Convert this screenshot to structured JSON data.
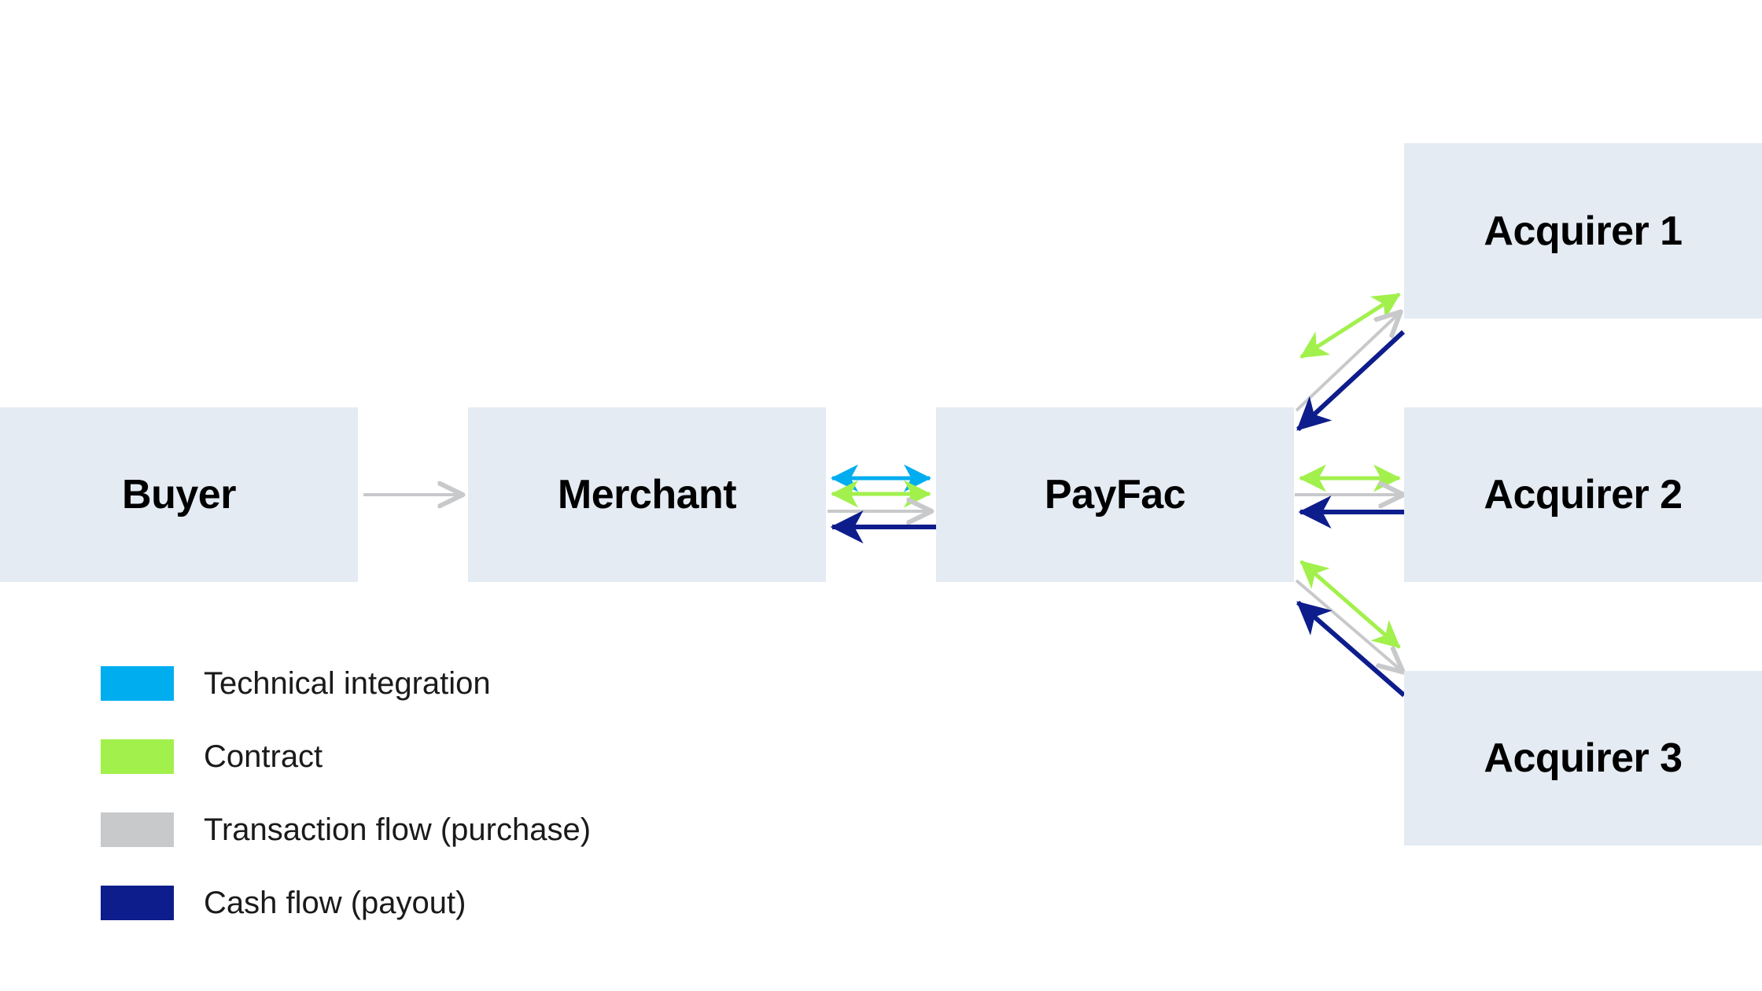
{
  "diagram": {
    "title": "PayFac payment flow diagram",
    "background": "#ffffff",
    "node_fill": "#e4ebf2",
    "nodes": [
      {
        "id": "buyer",
        "label": "Buyer"
      },
      {
        "id": "merchant",
        "label": "Merchant"
      },
      {
        "id": "payfac",
        "label": "PayFac"
      },
      {
        "id": "acquirer1",
        "label": "Acquirer 1"
      },
      {
        "id": "acquirer2",
        "label": "Acquirer 2"
      },
      {
        "id": "acquirer3",
        "label": "Acquirer 3"
      }
    ],
    "legend": {
      "items": [
        {
          "color": "#00adef",
          "label": "Technical integration"
        },
        {
          "color": "#a2f04c",
          "label": "Contract"
        },
        {
          "color": "#c8c9cb",
          "label": "Transaction flow (purchase)"
        },
        {
          "color": "#0e1d8c",
          "label": "Cash flow (payout)"
        }
      ]
    },
    "edges": [
      {
        "from": "buyer",
        "to": "merchant",
        "kind": "Transaction flow (purchase)",
        "color": "#c8c9cb",
        "direction": "forward"
      },
      {
        "from": "merchant",
        "to": "payfac",
        "kind": "Technical integration",
        "color": "#00adef",
        "direction": "both"
      },
      {
        "from": "merchant",
        "to": "payfac",
        "kind": "Contract",
        "color": "#a2f04c",
        "direction": "both"
      },
      {
        "from": "merchant",
        "to": "payfac",
        "kind": "Transaction flow (purchase)",
        "color": "#c8c9cb",
        "direction": "forward"
      },
      {
        "from": "payfac",
        "to": "merchant",
        "kind": "Cash flow (payout)",
        "color": "#0e1d8c",
        "direction": "forward"
      },
      {
        "from": "payfac",
        "to": "acquirer1",
        "kind": "Contract",
        "color": "#a2f04c",
        "direction": "both"
      },
      {
        "from": "payfac",
        "to": "acquirer1",
        "kind": "Transaction flow (purchase)",
        "color": "#c8c9cb",
        "direction": "forward"
      },
      {
        "from": "acquirer1",
        "to": "payfac",
        "kind": "Cash flow (payout)",
        "color": "#0e1d8c",
        "direction": "forward"
      },
      {
        "from": "payfac",
        "to": "acquirer2",
        "kind": "Contract",
        "color": "#a2f04c",
        "direction": "both"
      },
      {
        "from": "payfac",
        "to": "acquirer2",
        "kind": "Transaction flow (purchase)",
        "color": "#c8c9cb",
        "direction": "forward"
      },
      {
        "from": "acquirer2",
        "to": "payfac",
        "kind": "Cash flow (payout)",
        "color": "#0e1d8c",
        "direction": "forward"
      },
      {
        "from": "payfac",
        "to": "acquirer3",
        "kind": "Contract",
        "color": "#a2f04c",
        "direction": "both"
      },
      {
        "from": "payfac",
        "to": "acquirer3",
        "kind": "Transaction flow (purchase)",
        "color": "#c8c9cb",
        "direction": "forward"
      },
      {
        "from": "acquirer3",
        "to": "payfac",
        "kind": "Cash flow (payout)",
        "color": "#0e1d8c",
        "direction": "forward"
      }
    ]
  }
}
